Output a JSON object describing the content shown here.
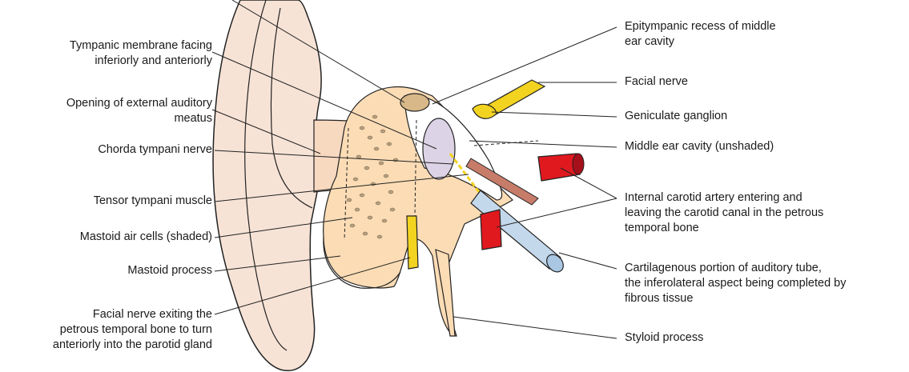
{
  "labels_left": {
    "tympanic_membrane": [
      "Tympanic membrane facing",
      "inferiorly and anteriorly"
    ],
    "external_meatus": [
      "Opening of external auditory",
      "meatus"
    ],
    "chorda_tympani": [
      "Chorda tympani nerve"
    ],
    "tensor_tympani": [
      "Tensor tympani muscle"
    ],
    "mastoid_air_cells": [
      "Mastoid air cells (shaded)"
    ],
    "mastoid_process": [
      "Mastoid process"
    ],
    "facial_nerve_exit": [
      "Facial nerve exiting the",
      "petrous temporal bone to turn",
      "anteriorly into the parotid gland"
    ]
  },
  "labels_right": {
    "epitympanic_recess": [
      "Epitympanic recess of middle",
      "ear cavity"
    ],
    "facial_nerve": [
      "Facial nerve"
    ],
    "geniculate_ganglion": [
      "Geniculate ganglion"
    ],
    "middle_ear_cavity": [
      "Middle ear cavity (unshaded)"
    ],
    "internal_carotid": [
      "Internal carotid artery entering and",
      "leaving the carotid canal in the petrous",
      "temporal bone"
    ],
    "auditory_tube": [
      "Cartilagenous portion of auditory tube,",
      "the inferolateral aspect being completed by",
      "fibrous tissue"
    ],
    "styloid_process": [
      "Styloid process"
    ]
  },
  "colors": {
    "skin": "#f7e3d6",
    "bone": "#fbdcb5",
    "nerve": "#f2d320",
    "artery": "#e0191f",
    "tube": "#c4d8ec",
    "muscle": "#c77c6a",
    "cavity": "#ddd3e6"
  }
}
